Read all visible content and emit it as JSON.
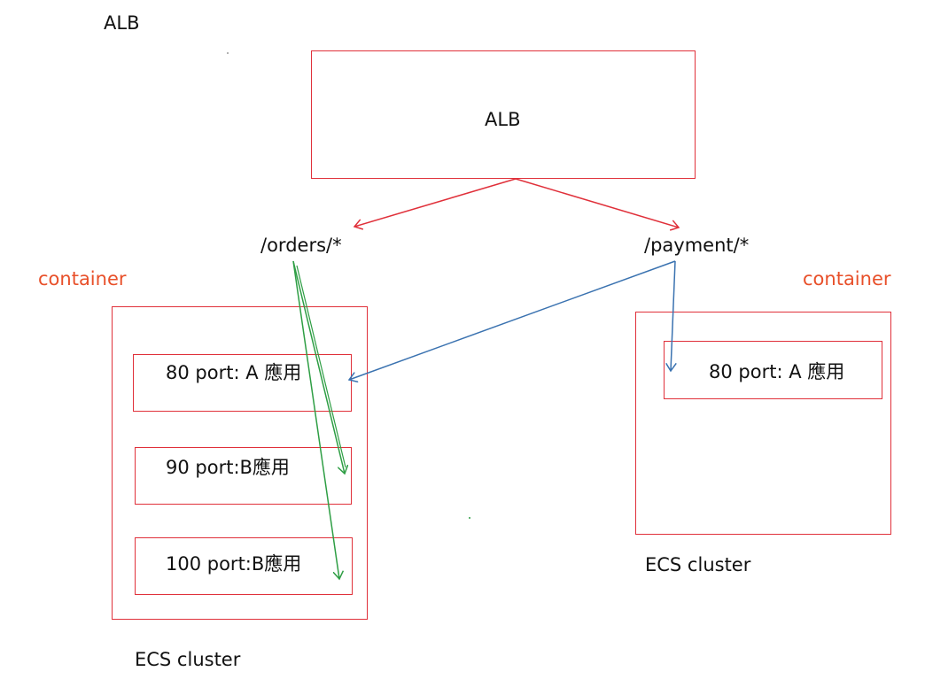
{
  "page_title": "ALB",
  "alb_box": {
    "label": "ALB"
  },
  "routes": {
    "orders": "/orders/*",
    "payment": "/payment/*"
  },
  "left_cluster": {
    "container_label": "container",
    "cluster_label": "ECS cluster",
    "services": [
      {
        "label": "80 port: A 應用"
      },
      {
        "label": "90 port:B應用"
      },
      {
        "label": "100 port:B應用"
      }
    ]
  },
  "right_cluster": {
    "container_label": "container",
    "cluster_label": "ECS cluster",
    "services": [
      {
        "label": "80 port: A 應用"
      }
    ]
  },
  "colors": {
    "box_border": "#e0303a",
    "container_label": "#e8502a",
    "alb_arrows": "#e0303a",
    "orders_arrows": "#2e9e44",
    "payment_arrows": "#3a72b0"
  }
}
